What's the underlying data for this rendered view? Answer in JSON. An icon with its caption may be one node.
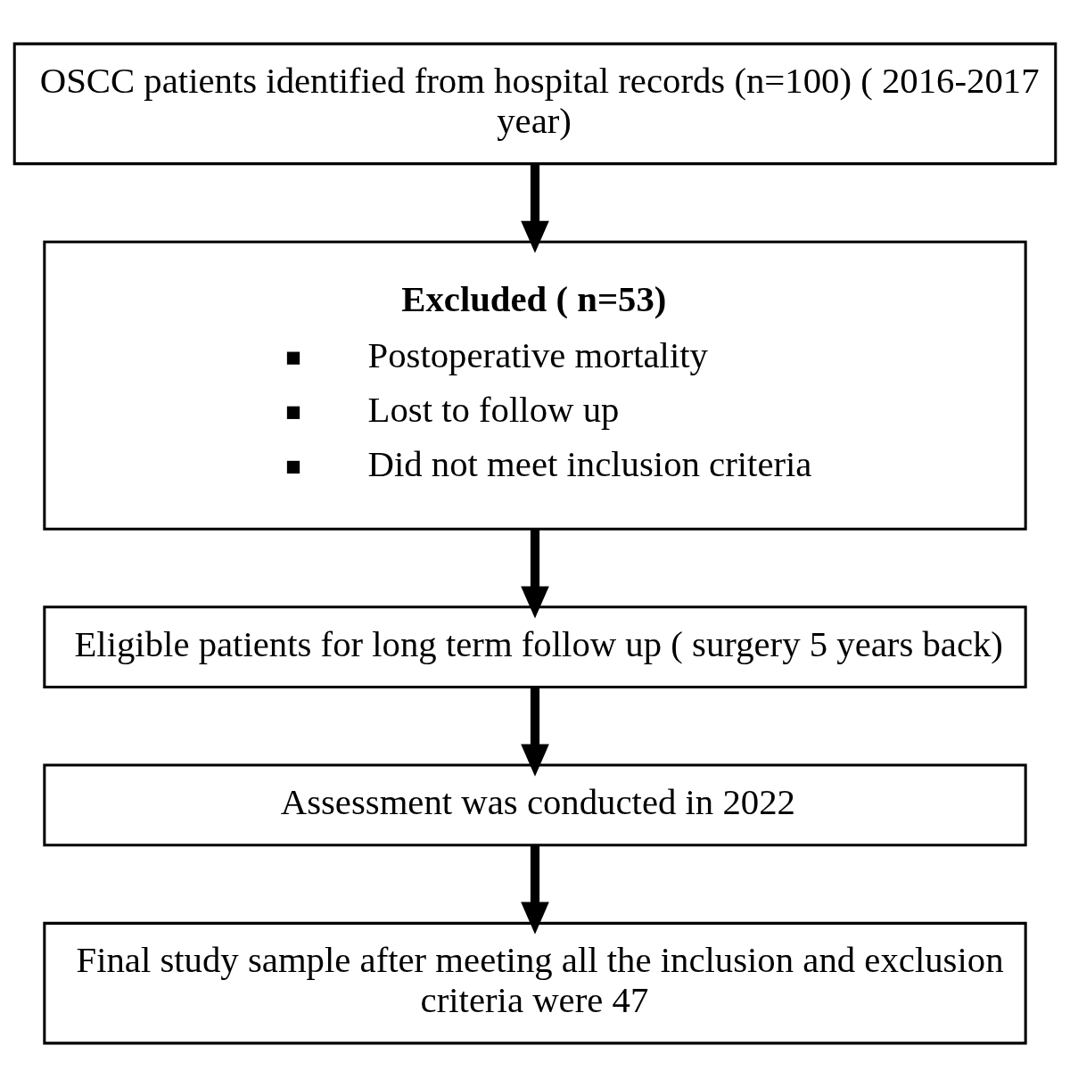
{
  "diagram": {
    "nodes": [
      {
        "text": [
          "OSCC patients identified from hospital records (n=100) ( 2016-2017 year)"
        ]
      },
      {
        "text": [
          "Excluded ( n=53)",
          "Postoperative mortality",
          "Lost to follow up",
          "Did not meet inclusion criteria"
        ]
      },
      {
        "text": [
          "Eligible patients for long term follow up ( surgery 5 years back)"
        ]
      },
      {
        "text": [
          "Assessment was conducted in 2022"
        ]
      },
      {
        "text": [
          "Final study sample after meeting all the inclusion and exclusion criteria were 47"
        ]
      }
    ],
    "edges": [
      {
        "from": 0,
        "to": 1,
        "arrow": "to"
      },
      {
        "from": 1,
        "to": 2,
        "arrow": "to"
      },
      {
        "from": 2,
        "to": 3,
        "arrow": "to"
      },
      {
        "from": 3,
        "to": 4,
        "arrow": "to"
      }
    ]
  }
}
